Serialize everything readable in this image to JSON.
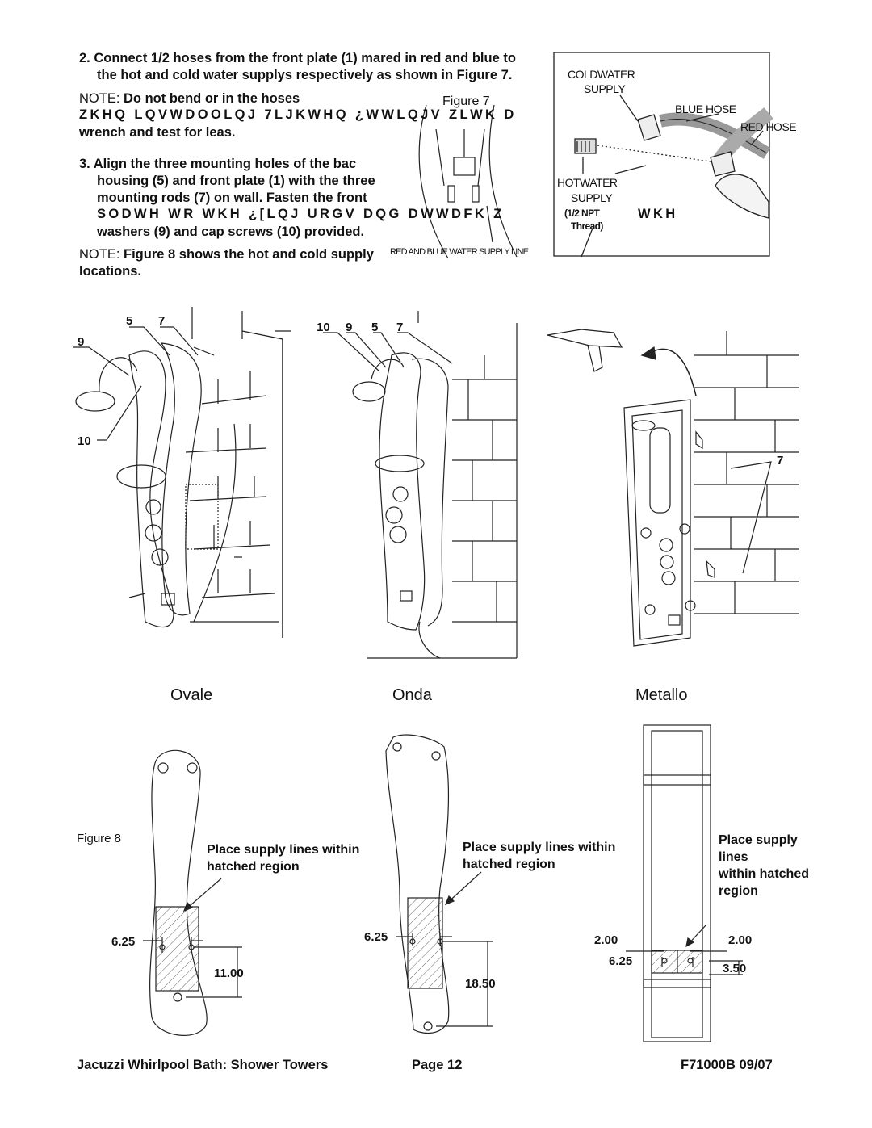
{
  "steps": {
    "step2_line1": "2.  Connect 1/2 hoses from the front plate (1) mared in red and blue to",
    "step2_line2": "the hot and cold water supplys respectively as shown in Figure 7.",
    "note1_prefix": "NOTE:",
    "note1_text": " Do not bend or in the hoses",
    "note1_garbled": "ZKHQ LQVWDOOLQJ  7LJKWHQ ¿WWLQJV ZLWK D",
    "note1_end": "wrench and test for leas.",
    "step3_line1": "3.  Align the three mounting holes of the bac",
    "step3_line2": "housing (5) and front plate (1) with the three",
    "step3_line3": "mounting rods (7) on wall. Fasten the front",
    "step3_garbled": "SODWH WR WKH ¿[LQJ URGV DQG DWWDFK Z",
    "step3_garbled_end": "WKH",
    "step3_line5": "washers (9) and cap screws (10) provided.",
    "note2_prefix": "NOTE:",
    "note2_text": " Figure 8 shows the hot and cold supply",
    "note2_end": "locations."
  },
  "figure7": {
    "caption": "Figure 7",
    "cold_water": "COLDWATER",
    "cold_supply": "SUPPLY",
    "blue_hose": "BLUE HOSE",
    "red_hose": "RED HOSE",
    "hot_water": "HOTWATER",
    "hot_supply": "SUPPLY",
    "npt": "(1/2 NPT",
    "thread": "Thread)",
    "supply_lines": "RED AND BLUE WATER SUPPLY LINE"
  },
  "figure_parts": {
    "ovale_callouts": [
      "5",
      "7",
      "9",
      "10"
    ],
    "onda_callouts": [
      "10",
      "9",
      "5",
      "7"
    ],
    "metallo_callout": "7"
  },
  "models": [
    "Ovale",
    "Onda",
    "Metallo"
  ],
  "figure8": {
    "caption": "Figure 8",
    "place_text": "Place supply lines within hatched region",
    "ovale": {
      "width": "6.25",
      "height": "11.00"
    },
    "onda": {
      "width": "6.25",
      "height": "18.50"
    },
    "metallo": {
      "left": "2.00",
      "right": "2.00",
      "width": "6.25",
      "height": "3.50"
    },
    "metallo_place_1": "Place supply",
    "metallo_place_2": "lines",
    "metallo_place_3": "within hatched",
    "metallo_place_4": "region"
  },
  "footer": {
    "left": "Jacuzzi Whirlpool Bath: Shower Towers",
    "center": "Page 12",
    "right": "F71000B  09/07"
  }
}
